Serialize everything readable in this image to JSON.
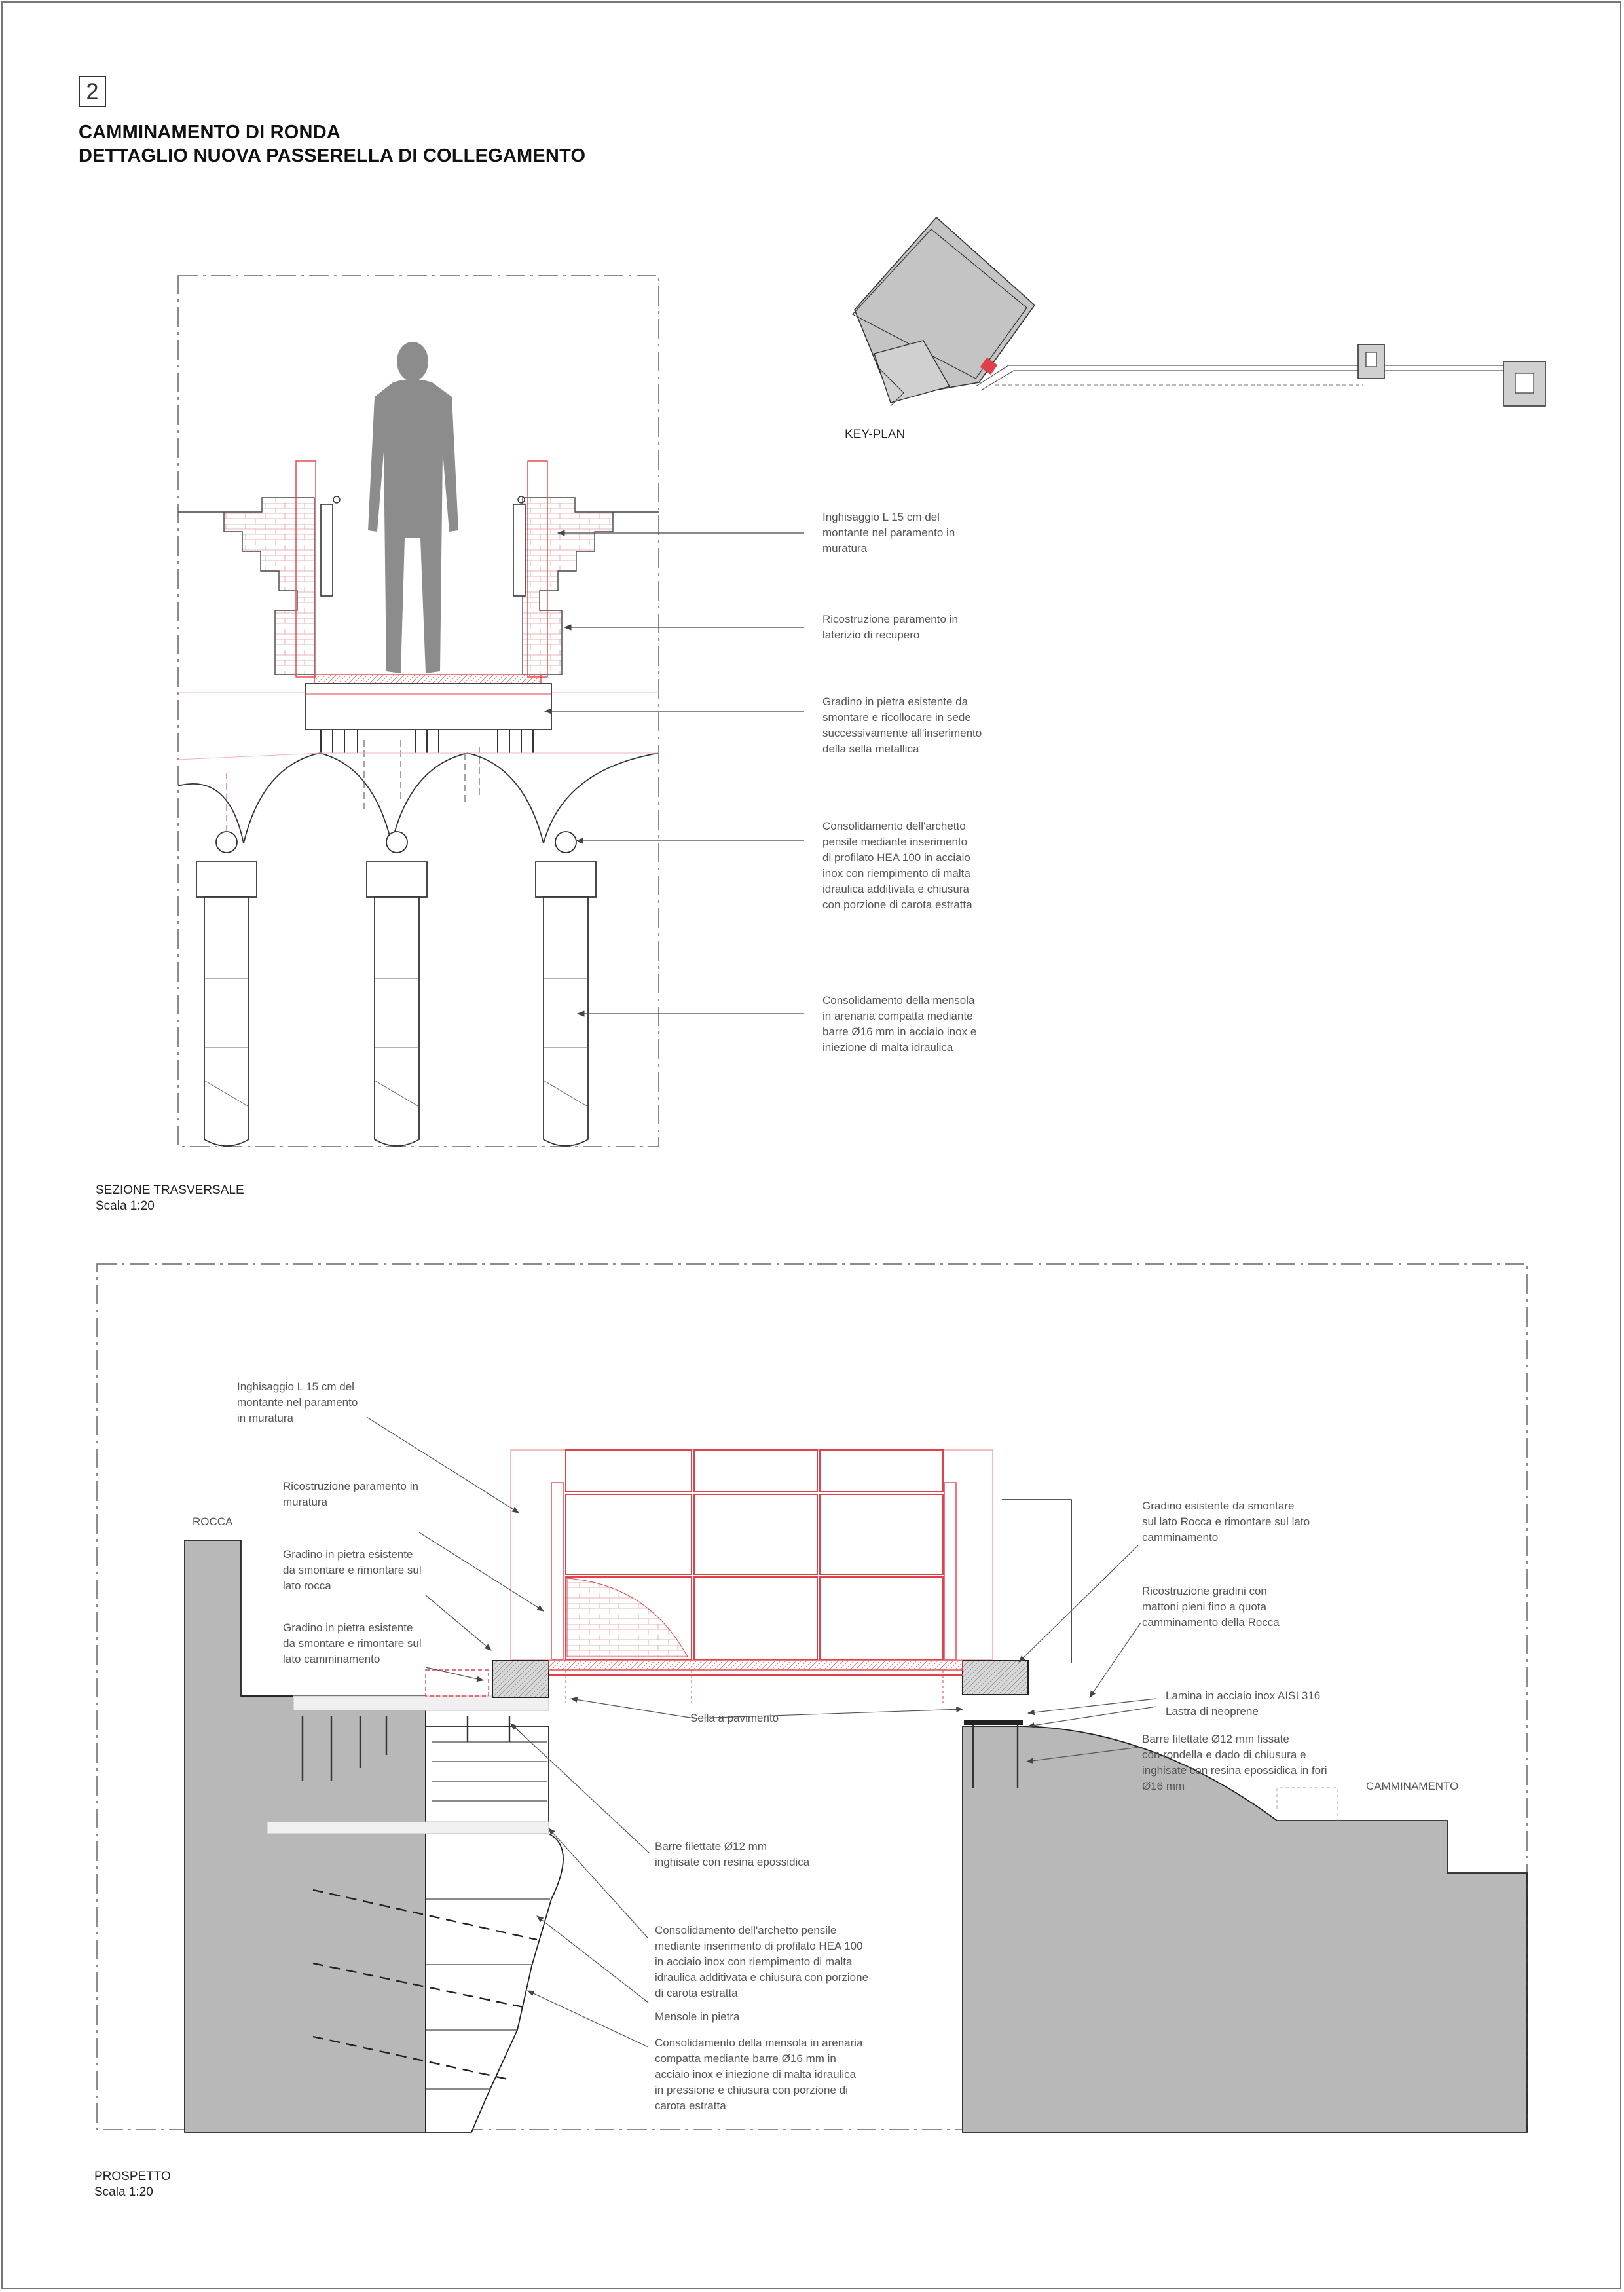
{
  "sheet": {
    "number": "2",
    "title_line1": "CAMMINAMENTO DI RONDA",
    "title_line2": "DETTAGLIO NUOVA PASSERELLA DI COLLEGAMENTO"
  },
  "keyplan": {
    "label": "KEY-PLAN"
  },
  "section": {
    "caption": "SEZIONE TRASVERSALE",
    "scale": "Scala 1:20",
    "notes": [
      "Inghisaggio L 15 cm del\nmontante nel paramento in\nmuratura",
      "Ricostruzione paramento in\nlaterizio di recupero",
      "Gradino in pietra esistente da\nsmontare e ricollocare in sede\nsuccessivamente all'inserimento\ndella sella metallica",
      "Consolidamento dell'archetto\npensile mediante inserimento\ndi profilato HEA 100 in acciaio\ninox con riempimento di malta\nidraulica additivata e chiusura\ncon porzione di carota estratta",
      "Consolidamento della mensola\nin arenaria compatta mediante\nbarre Ø16 mm in acciaio inox e\niniezione di malta idraulica"
    ]
  },
  "elevation": {
    "caption": "PROSPETTO",
    "scale": "Scala 1:20",
    "label_rocca": "ROCCA",
    "label_camminamento": "CAMMINAMENTO",
    "notes_left": [
      "Inghisaggio L 15 cm del\nmontante nel paramento\nin muratura",
      "Ricostruzione paramento in\nmuratura",
      "Gradino in pietra esistente\nda smontare e rimontare sul\nlato rocca",
      "Gradino in pietra esistente\nda smontare e rimontare sul\nlato camminamento"
    ],
    "note_sella": "Sella a pavimento",
    "notes_right": [
      "Gradino esistente da smontare\nsul lato Rocca e rimontare sul lato\ncamminamento",
      "Ricostruzione gradini con\nmattoni pieni fino a quota\ncamminamento della Rocca",
      "Lamina in acciaio inox AISI 316\nLastra di neoprene",
      "Barre filettate Ø12 mm fissate\ncon rondella e dado di chiusura e\ninghisate con resina epossidica in fori\nØ16 mm"
    ],
    "notes_bottom": [
      "Barre filettate Ø12 mm\ninghisate con resina epossidica",
      "Consolidamento dell'archetto pensile\nmediante inserimento di profilato HEA 100\nin acciaio inox con riempimento di malta\nidraulica additivata e chiusura con porzione\ndi carota estratta",
      "Mensole in pietra",
      "Consolidamento della mensola in arenaria\ncompatta mediante barre Ø16 mm in\nacciaio inox e iniezione di malta idraulica\nin pressione e chiusura con porzione di\ncarota estratta"
    ]
  },
  "colors": {
    "accent_red": "#e0404a",
    "masonry_grey": "#bdbdbd",
    "figure_grey": "#8c8c8c"
  }
}
